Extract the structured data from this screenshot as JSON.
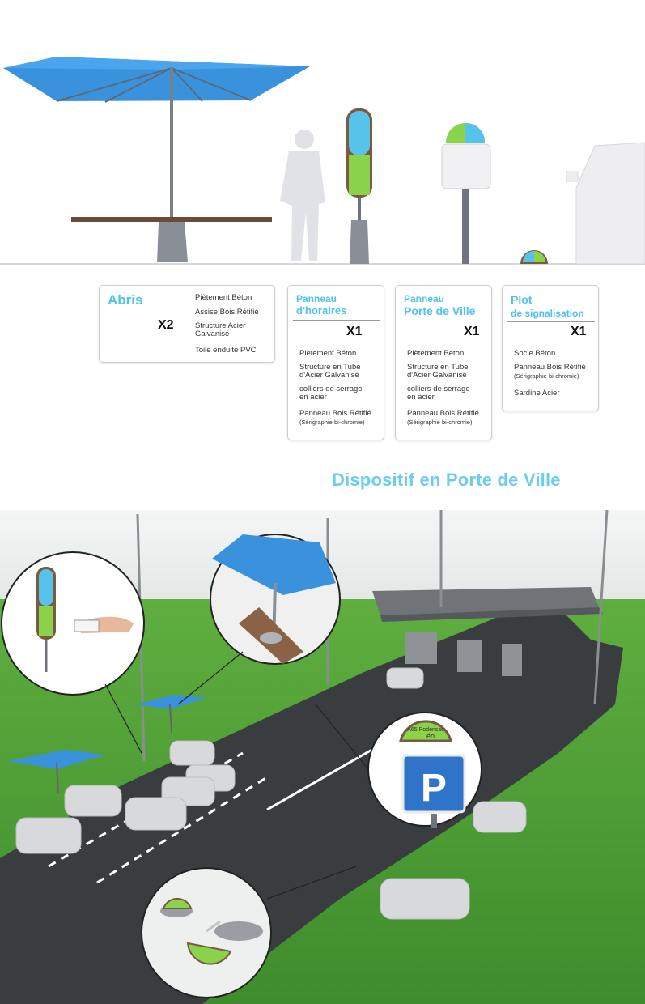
{
  "cards": [
    {
      "title": "Abris",
      "qty": "X2",
      "specs": [
        "Piètement Béton",
        "Assise Bois Rétifié",
        "Structure Acier\nGalvanisé",
        "Toile enduite PVC"
      ]
    },
    {
      "title_l1": "Panneau",
      "title_l2": "d'horaires",
      "qty": "X1",
      "specs": [
        "Piètement Béton",
        "Structure en Tube\nd'Acier Galvanisé",
        "colliers de serrage\nen acier",
        "Panneau Bois Rétifié"
      ],
      "note": "(Sérigraphie bi-chromie)"
    },
    {
      "title_l1": "Panneau",
      "title_l2": "Porte de Ville",
      "qty": "X1",
      "specs": [
        "Piètement Béton",
        "Structure en Tube\nd'Acier Galvanisé",
        "colliers de serrage\nen acier",
        "Panneau Bois Rétifié"
      ],
      "note": "(Sérigraphie bi-chromie)"
    },
    {
      "title_l1": "Plot",
      "title_l2": "de signalisation",
      "qty": "X1",
      "specs": [
        "Socle Béton",
        "Panneau Bois Rétifié",
        "Sardine Acier"
      ],
      "note": "(Sérigraphie bi-chromie)"
    }
  ],
  "section_title": "Dispositif en Porte de Ville",
  "sign_text": {
    "line1": "A65 Podensac",
    "line2": "éo",
    "parking": "P"
  },
  "colors": {
    "accent": "#4fc3ea",
    "canopy": "#3b8fd8",
    "green": "#8bd34a",
    "road": "#3a3d40",
    "grass": "#5aa83a"
  }
}
